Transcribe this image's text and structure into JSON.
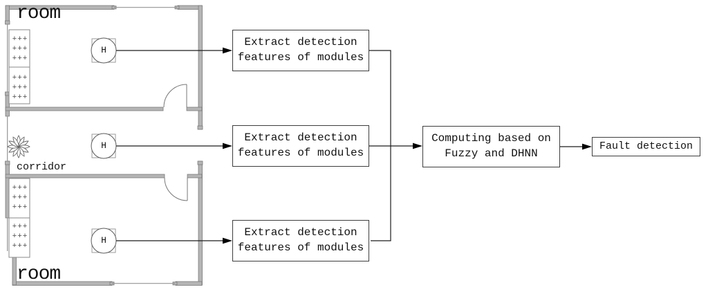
{
  "floorplan": {
    "room_top_label": "room",
    "room_bottom_label": "room",
    "corridor_label": "corridor",
    "radiator_row": "+++",
    "sensors": [
      {
        "label": "H"
      },
      {
        "label": "H"
      },
      {
        "label": "H"
      }
    ]
  },
  "flowchart": {
    "extract_boxes": [
      {
        "line1": "Extract detection",
        "line2": "features of modules"
      },
      {
        "line1": "Extract detection",
        "line2": "features of modules"
      },
      {
        "line1": "Extract detection",
        "line2": "features of modules"
      }
    ],
    "computing_box": {
      "line1": "Computing based on",
      "line2": "Fuzzy and DHNN"
    },
    "fault_box": {
      "label": "Fault detection"
    }
  },
  "colors": {
    "wall_fill": "#b5b5b5",
    "wall_edge": "#7a7a7a",
    "window_line": "#949494",
    "thin_stroke": "#777777",
    "flow_line": "#1c1c1c",
    "box_border": "#3d3d3d",
    "text": "#111111"
  }
}
